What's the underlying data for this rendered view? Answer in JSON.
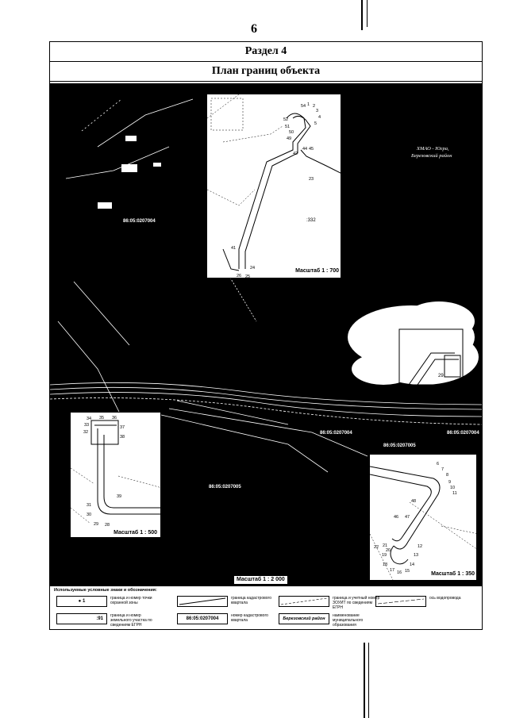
{
  "page": {
    "number": "6"
  },
  "header": {
    "section": "Раздел 4",
    "title": "План границ объекта"
  },
  "map": {
    "location_label_1": "ХМАО - Югра,",
    "location_label_2": "Березовский район",
    "main_scale": "Масштаб 1 : 2 000",
    "parcel_codes": [
      "86:05:0207004",
      "86:05:0207004",
      "86:05:0207004",
      "86:05:0207005",
      "86:05:0207005"
    ],
    "insets": [
      {
        "scale": "Масштаб 1 : 700",
        "area_label": ":332",
        "points": [
          "54",
          "1",
          "2",
          "3",
          "4",
          "5",
          "52",
          "51",
          "50",
          "49",
          "42",
          "44",
          "45",
          "23",
          "41",
          "24",
          "26",
          "25"
        ]
      },
      {
        "scale": "Масштаб 1 : 500",
        "points": [
          "34",
          "35",
          "36",
          "33",
          "37",
          "38",
          "32",
          "31",
          "30",
          "29",
          "28",
          "39"
        ]
      },
      {
        "scale": "Масштаб 1 : 350",
        "points": [
          "6",
          "7",
          "8",
          "9",
          "10",
          "11",
          "48",
          "46",
          "47",
          "22",
          "21",
          "20",
          "19",
          "18",
          "17",
          "16",
          "15",
          "14",
          "13",
          "12"
        ]
      }
    ],
    "marker_label": "29"
  },
  "legend": {
    "title": "Используемые условные знаки и обозначения:",
    "items": [
      {
        "symbol": "● 1",
        "text": "граница и номер точки охранной зоны"
      },
      {
        "symbol": "",
        "text": "граница кадастрового квартала"
      },
      {
        "symbol": "",
        "text": "граница и учетный номер ЗОУИТ по сведениям ЕГРН"
      },
      {
        "symbol": "",
        "text": "ось водопровода"
      },
      {
        "symbol": ":91",
        "text": "граница и номер земельного участка по сведениям ЕГРН"
      },
      {
        "symbol": "86:05:0207004",
        "text": "номер кадастрового квартала"
      },
      {
        "symbol": "Березовский район",
        "text": "наименование муниципального образования"
      }
    ]
  }
}
